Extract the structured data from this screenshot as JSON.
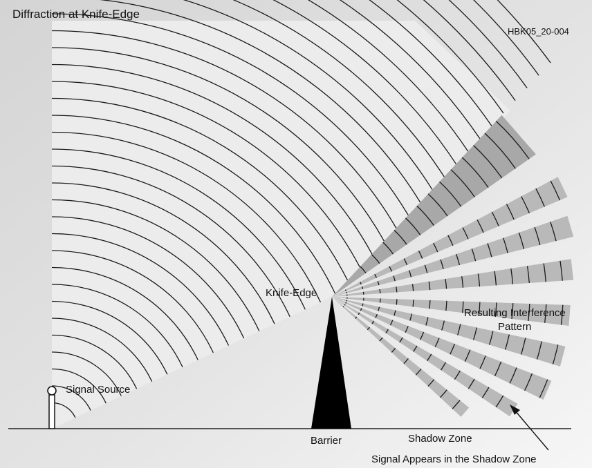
{
  "title": "Diffraction at Knife-Edge",
  "figure_id": "HBK05_20-004",
  "labels": {
    "knife_edge": "Knife-Edge",
    "signal_source": "Signal Source",
    "barrier": "Barrier",
    "shadow_zone": "Shadow Zone",
    "interference_line1": "Resulting Interference",
    "interference_line2": "Pattern",
    "signal_shadow": "Signal Appears in the Shadow Zone"
  },
  "colors": {
    "background": "#dedede",
    "wave_field": "#ececec",
    "beam": "#b5b5b5",
    "barrier": "#000000",
    "lines": "#1a1a1a"
  }
}
